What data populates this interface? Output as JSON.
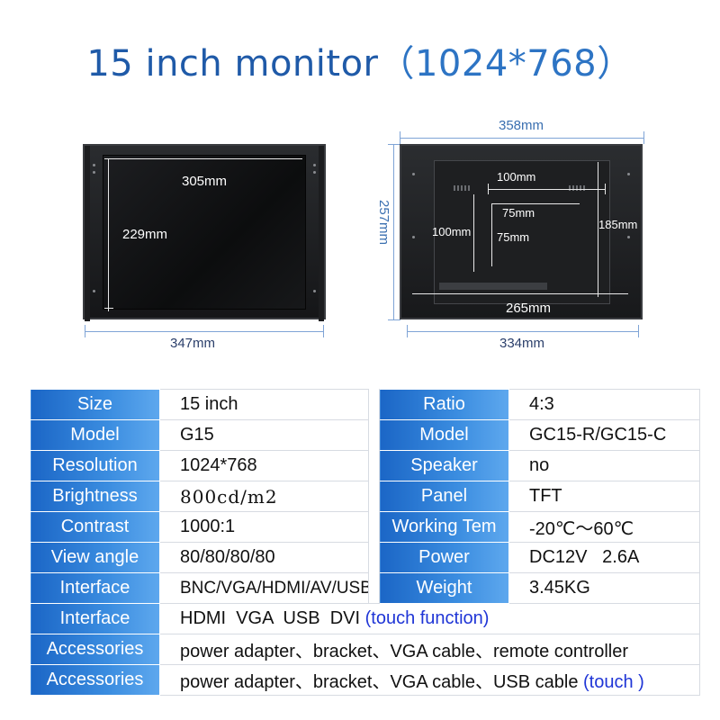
{
  "title": {
    "main": "15 inch monitor",
    "resolution": "（1024*768）"
  },
  "front": {
    "width_inner": "305mm",
    "height_inner": "229mm",
    "width_outer": "347mm"
  },
  "back": {
    "width_top": "358mm",
    "height_outer": "257mm",
    "width_bottom": "334mm",
    "inner_width": "265mm",
    "inner_height": "185mm",
    "vesa_100_h": "100mm",
    "vesa_100_v": "100mm",
    "vesa_75_h": "75mm",
    "vesa_75_v": "75mm"
  },
  "specs": {
    "rows": [
      {
        "l1": "Size",
        "v1": "15 inch",
        "l2": "Ratio",
        "v2": "4:3"
      },
      {
        "l1": "Model",
        "v1": "G15",
        "l2": "Model",
        "v2": "GC15-R/GC15-C"
      },
      {
        "l1": "Resolution",
        "v1": "1024*768",
        "l2": "Speaker",
        "v2": "no"
      },
      {
        "l1": "Brightness",
        "v1": "800cd/m2",
        "l2": "Panel",
        "v2": "TFT"
      },
      {
        "l1": "Contrast",
        "v1": "1000:1",
        "l2": "Working Tem",
        "v2": "-20℃～60℃"
      },
      {
        "l1": "View angle",
        "v1": "80/80/80/80",
        "l2": "Power",
        "v2": "DC12V   2.6A"
      },
      {
        "l1": "Interface",
        "v1": "BNC/VGA/HDMI/AV/USB",
        "l2": "Weight",
        "v2": "3.45KG"
      }
    ],
    "wide": [
      {
        "label": "Interface",
        "value": "HDMI  VGA  USB  DVI ",
        "note": "(touch function)"
      },
      {
        "label": "Accessories",
        "value": "power adapter、bracket、VGA cable、remote controller",
        "note": ""
      },
      {
        "label": "Accessories",
        "value": "power adapter、bracket、VGA cable、USB cable ",
        "note": "(touch )"
      }
    ]
  }
}
